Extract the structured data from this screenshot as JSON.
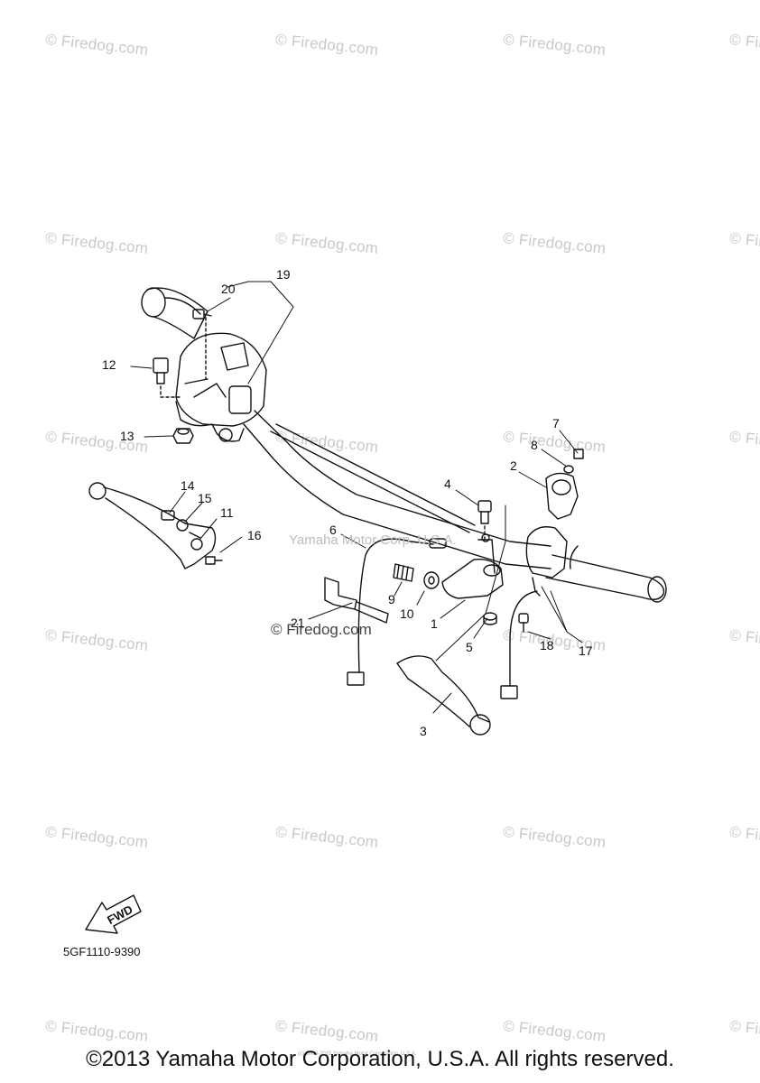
{
  "watermark": {
    "text": "© Firedog.com"
  },
  "center_watermark": "Yamaha Motor Corp. U.S.A.",
  "diagram_watermark": "© Firedog.com",
  "callouts": {
    "c1": "1",
    "c2": "2",
    "c3": "3",
    "c4": "4",
    "c5": "5",
    "c6": "6",
    "c7": "7",
    "c8": "8",
    "c9": "9",
    "c10": "10",
    "c11": "11",
    "c12": "12",
    "c13": "13",
    "c14": "14",
    "c15": "15",
    "c16": "16",
    "c17": "17",
    "c18": "18",
    "c19": "19",
    "c20": "20",
    "c21": "21"
  },
  "fwd_label": "FWD",
  "part_code": "5GF1110-9390",
  "footer_small": "(c) 2000-2015 Yamaha Motor Corporation, U.S.A.",
  "copyright": "©2013 Yamaha Motor Corporation, U.S.A. All rights reserved.",
  "colors": {
    "ink": "#111111",
    "watermark": "#c9c9c9"
  }
}
